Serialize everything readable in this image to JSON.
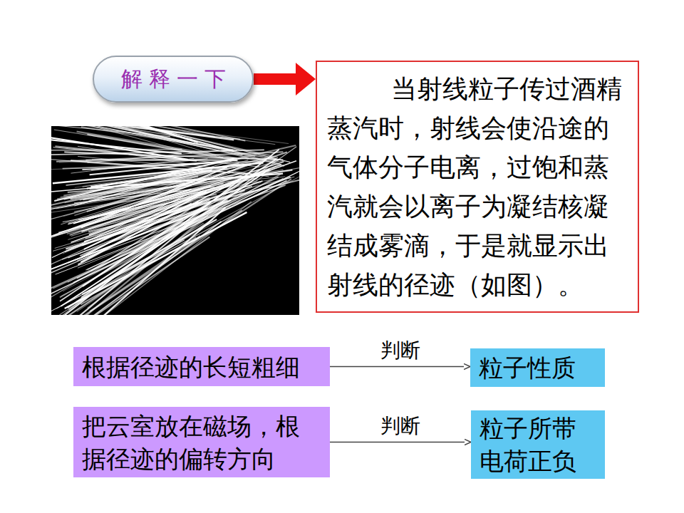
{
  "diagram": {
    "nodes": [
      {
        "text": [
          "解释一下"
        ]
      },
      {
        "text": [
          "当射线粒子传过酒精蒸汽时，射线会使沿途的气体分子电离，过饱和蒸汽就会以离子为凝结核凝结成雾滴，于是就显示出射线的径迹（如图）。"
        ]
      },
      {
        "text": [
          "根据径迹的长短粗细"
        ]
      },
      {
        "text": [
          "粒子性质"
        ]
      },
      {
        "text": [
          "把云室放在磁场，根据径迹的偏转方向"
        ]
      },
      {
        "text": [
          "粒子所带电荷正负"
        ]
      }
    ],
    "edges": [
      {
        "from": 0,
        "to": 1,
        "arrow": "to"
      },
      {
        "from": 2,
        "to": 3,
        "label": "判断",
        "arrow": "to"
      },
      {
        "from": 4,
        "to": 5,
        "label": "判断",
        "arrow": "to"
      }
    ]
  }
}
